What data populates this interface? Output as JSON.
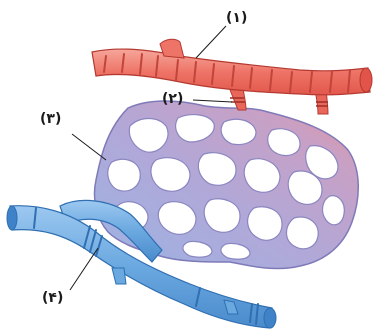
{
  "labels": {
    "artery": "(۱)",
    "precapillary_sphincter": "(۲)",
    "capillary_network": "(۳)",
    "vein": "(۴)"
  },
  "colors": {
    "artery": "#ef7a6e",
    "artery_stripe": "#c2443b",
    "capillary": "#a9a6d6",
    "capillary_warm": "#e18b96",
    "vein": "#72aee3",
    "vein_stripe": "#2f6fb2",
    "label": "#1a1a1a"
  }
}
